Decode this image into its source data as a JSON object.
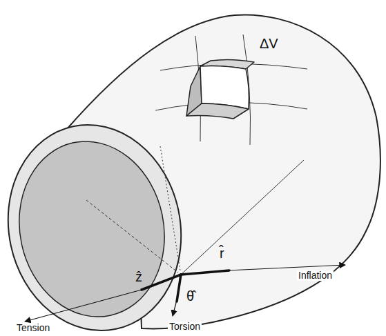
{
  "diagram": {
    "labels": [
      "ΔV",
      "ẑ",
      "r̂",
      "θ̂",
      "Inflation",
      "Tension",
      "Torsion"
    ]
  }
}
